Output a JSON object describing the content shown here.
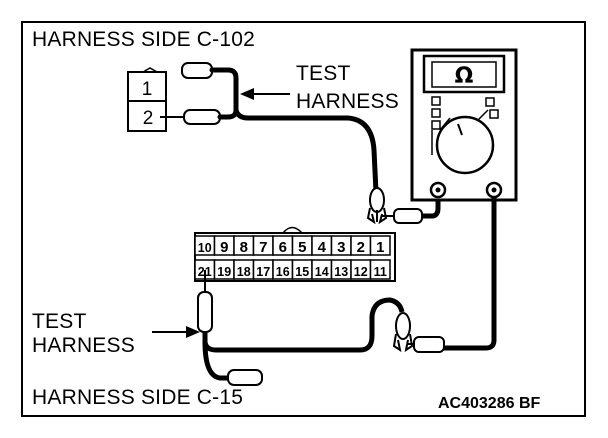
{
  "labels": {
    "top_title": "HARNESS SIDE C-102",
    "bottom_title": "HARNESS SIDE C-15",
    "test_harness_top_line1": "TEST",
    "test_harness_top_line2": "HARNESS",
    "test_harness_left_line1": "TEST",
    "test_harness_left_line2": "HARNESS",
    "figure_code": "AC403286 BF",
    "meter_symbol": "Ω"
  },
  "connector_c102": {
    "pins": [
      "1",
      "2"
    ]
  },
  "connector_c15": {
    "row_top": [
      "10",
      "9",
      "8",
      "7",
      "6",
      "5",
      "4",
      "3",
      "2",
      "1"
    ],
    "row_bottom": [
      "21",
      "19",
      "18",
      "17",
      "16",
      "15",
      "14",
      "13",
      "12",
      "11"
    ]
  },
  "colors": {
    "ink": "#000000",
    "background": "#ffffff"
  }
}
